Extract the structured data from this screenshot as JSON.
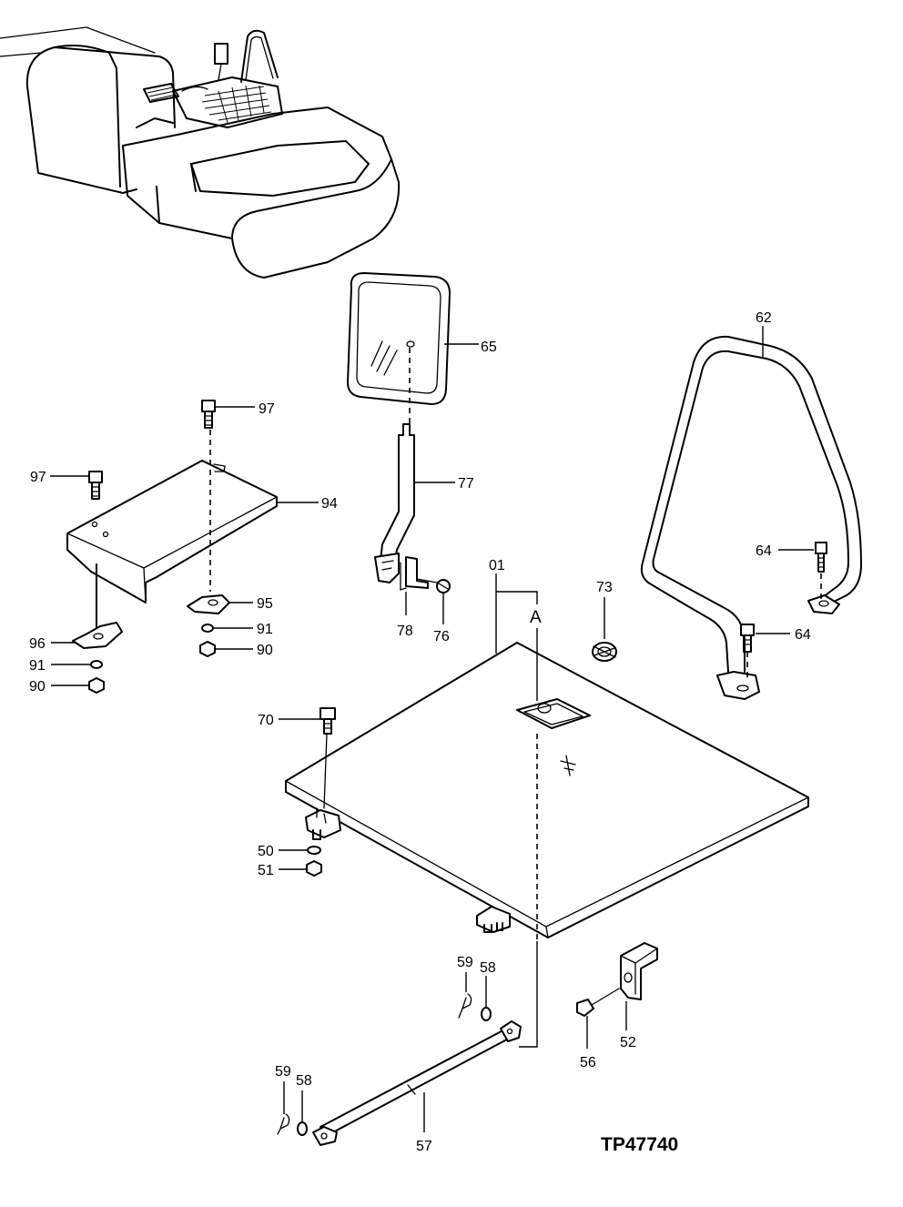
{
  "drawing": {
    "id": "TP47740",
    "section_label": "A"
  },
  "callouts": {
    "c01": "01",
    "c50": "50",
    "c51": "51",
    "c52": "52",
    "c56": "56",
    "c57": "57",
    "c58a": "58",
    "c58b": "58",
    "c59a": "59",
    "c59b": "59",
    "c62": "62",
    "c64a": "64",
    "c64b": "64",
    "c65": "65",
    "c70": "70",
    "c73": "73",
    "c76": "76",
    "c77": "77",
    "c78": "78",
    "c90a": "90",
    "c90b": "90",
    "c91a": "91",
    "c91b": "91",
    "c94": "94",
    "c95": "95",
    "c96": "96",
    "c97a": "97",
    "c97b": "97"
  }
}
